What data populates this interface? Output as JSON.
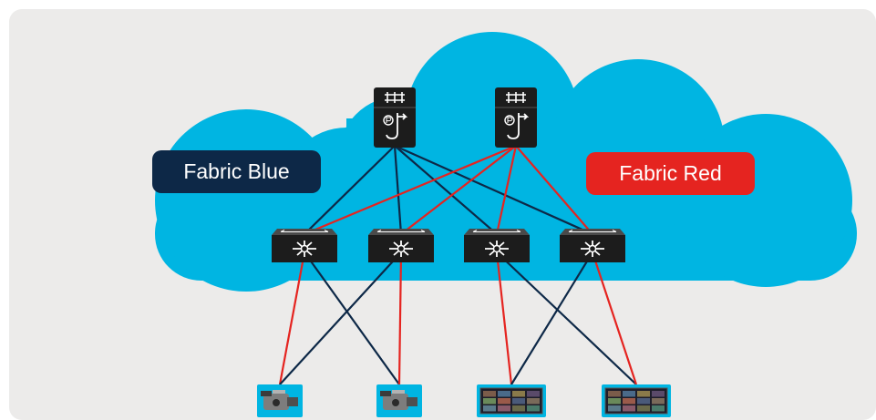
{
  "fabrics": {
    "blue": {
      "label": "Fabric Blue",
      "color": "#0d2847"
    },
    "red": {
      "label": "Fabric Red",
      "color": "#e52420"
    }
  },
  "colors": {
    "panel_background": "#ecebea",
    "cloud": "#00b5e2",
    "device_dark": "#1c1c1c"
  },
  "nodes": {
    "spines": [
      {
        "name": "spine-switch-blue",
        "icon": "pim-router-icon",
        "fabric": "blue"
      },
      {
        "name": "spine-switch-red",
        "icon": "pim-router-icon",
        "fabric": "red"
      }
    ],
    "leaves": [
      {
        "name": "leaf-switch-1",
        "icon": "layer3-switch-icon"
      },
      {
        "name": "leaf-switch-2",
        "icon": "layer3-switch-icon"
      },
      {
        "name": "leaf-switch-3",
        "icon": "layer3-switch-icon"
      },
      {
        "name": "leaf-switch-4",
        "icon": "layer3-switch-icon"
      }
    ],
    "endpoints": [
      {
        "name": "video-camera-1",
        "icon": "broadcast-camera-icon"
      },
      {
        "name": "video-camera-2",
        "icon": "broadcast-camera-icon"
      },
      {
        "name": "multiviewer-display-1",
        "icon": "multiviewer-monitor-icon"
      },
      {
        "name": "multiviewer-display-2",
        "icon": "multiviewer-monitor-icon"
      }
    ]
  }
}
